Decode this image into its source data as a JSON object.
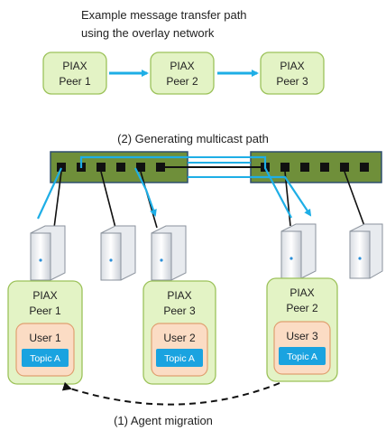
{
  "top_caption": {
    "line1": "Example message transfer path",
    "line2": "using the overlay network"
  },
  "overlay_peers": [
    {
      "line1": "PIAX",
      "line2": "Peer 1"
    },
    {
      "line1": "PIAX",
      "line2": "Peer 2"
    },
    {
      "line1": "PIAX",
      "line2": "Peer 3"
    }
  ],
  "multicast_label": "(2) Generating multicast path",
  "host_peers": [
    {
      "line1": "PIAX",
      "line2": "Peer 1",
      "user": "User 1",
      "topic": "Topic A"
    },
    {
      "line1": "PIAX",
      "line2": "Peer 3",
      "user": "User 2",
      "topic": "Topic A"
    },
    {
      "line1": "PIAX",
      "line2": "Peer 2",
      "user": "User 3",
      "topic": "Topic A"
    }
  ],
  "migration_label": "(1) Agent migration",
  "colors": {
    "peer_fill": "#e3f3c5",
    "peer_stroke": "#9cc25a",
    "switch_fill": "#6f8f3a",
    "switch_stroke": "#2f4f6f",
    "user_fill": "#fbdcc4",
    "user_stroke": "#e0a070",
    "topic_fill": "#1aa3e0",
    "path_color": "#1eaee6"
  },
  "icons": [
    "server-icon",
    "network-switch-icon",
    "arrow-right-icon",
    "dashed-arrow-icon"
  ]
}
